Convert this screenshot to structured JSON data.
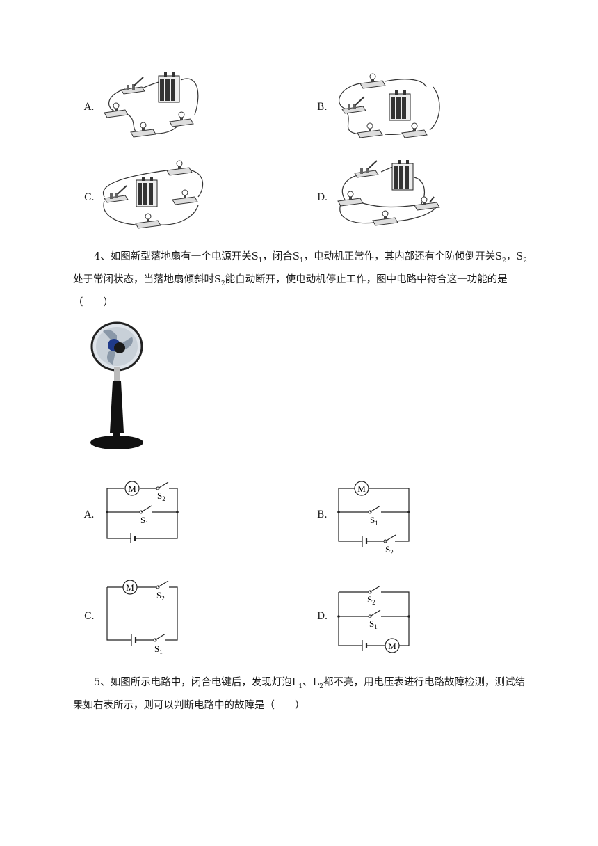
{
  "q3_options": [
    {
      "label": "A."
    },
    {
      "label": "B."
    },
    {
      "label": "C."
    },
    {
      "label": "D."
    }
  ],
  "q4": {
    "number": "4、",
    "line1": "如图新型落地扇有一个电源开关S",
    "line1_sub": "1",
    "line1_b": "，闭合S",
    "line1_b_sub": "1",
    "line1_c": "，电动机正常作，其内部还有个防倾倒开关S",
    "line1_c_sub": "2",
    "line1_d": "，S",
    "line1_d_sub": "2",
    "line2": "处于常闭状态，当落地扇倾斜时S",
    "line2_sub": "2",
    "line2_b": "能自动断开，使电动机停止工作，图中电路中符合这一功能的是",
    "line3": "（　　）",
    "options": [
      {
        "label": "A."
      },
      {
        "label": "B."
      },
      {
        "label": "C."
      },
      {
        "label": "D."
      }
    ],
    "motor_symbol": "M",
    "s1": "S",
    "s1_sub": "1",
    "s2": "S",
    "s2_sub": "2"
  },
  "q5": {
    "number": "5、",
    "line1": "如图所示电路中，闭合电键后，发现灯泡L",
    "line1_sub": "1",
    "line1_b": "、L",
    "line1_b_sub": "2",
    "line1_c": "都不亮，用电压表进行电路故障检测，测试结",
    "line2": "果如右表所示，则可以判断电路中的故障是（　　）"
  }
}
